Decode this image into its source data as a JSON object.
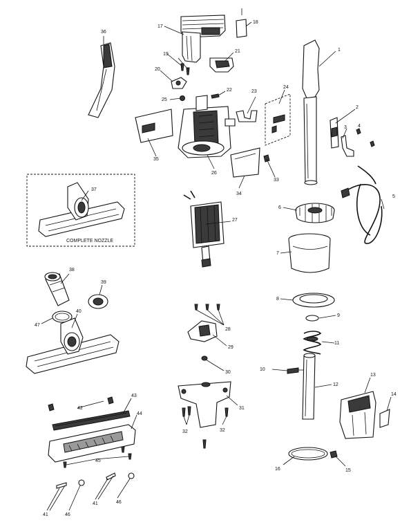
{
  "callouts": [
    {
      "id": "1",
      "label": "1"
    },
    {
      "id": "2",
      "label": "2"
    },
    {
      "id": "3",
      "label": "3"
    },
    {
      "id": "4",
      "label": "4"
    },
    {
      "id": "5",
      "label": "5"
    },
    {
      "id": "6",
      "label": "6"
    },
    {
      "id": "7",
      "label": "7"
    },
    {
      "id": "8",
      "label": "8"
    },
    {
      "id": "9",
      "label": "9"
    },
    {
      "id": "10",
      "label": "10"
    },
    {
      "id": "11",
      "label": "11"
    },
    {
      "id": "12",
      "label": "12"
    },
    {
      "id": "13",
      "label": "13"
    },
    {
      "id": "14",
      "label": "14"
    },
    {
      "id": "15",
      "label": "15"
    },
    {
      "id": "16",
      "label": "16"
    },
    {
      "id": "17",
      "label": "17"
    },
    {
      "id": "18",
      "label": "18"
    },
    {
      "id": "19",
      "label": "19"
    },
    {
      "id": "20",
      "label": "20"
    },
    {
      "id": "21",
      "label": "21"
    },
    {
      "id": "22",
      "label": "22"
    },
    {
      "id": "23",
      "label": "23"
    },
    {
      "id": "24",
      "label": "24"
    },
    {
      "id": "25",
      "label": "25"
    },
    {
      "id": "26",
      "label": "26"
    },
    {
      "id": "27",
      "label": "27"
    },
    {
      "id": "28",
      "label": "28"
    },
    {
      "id": "29",
      "label": "29"
    },
    {
      "id": "30",
      "label": "30"
    },
    {
      "id": "31",
      "label": "31"
    },
    {
      "id": "32a",
      "label": "32"
    },
    {
      "id": "32b",
      "label": "32"
    },
    {
      "id": "33",
      "label": "33"
    },
    {
      "id": "34",
      "label": "34"
    },
    {
      "id": "35",
      "label": "35"
    },
    {
      "id": "36",
      "label": "36"
    },
    {
      "id": "37",
      "label": "37"
    },
    {
      "id": "38",
      "label": "38"
    },
    {
      "id": "39",
      "label": "39"
    },
    {
      "id": "40",
      "label": "40"
    },
    {
      "id": "41a",
      "label": "41"
    },
    {
      "id": "41b",
      "label": "41"
    },
    {
      "id": "42",
      "label": "42"
    },
    {
      "id": "43",
      "label": "43"
    },
    {
      "id": "44",
      "label": "44"
    },
    {
      "id": "45",
      "label": "45"
    },
    {
      "id": "46a",
      "label": "46"
    },
    {
      "id": "46b",
      "label": "46"
    },
    {
      "id": "47",
      "label": "47"
    }
  ],
  "inset_caption": "COMPLETE NOZZLE"
}
